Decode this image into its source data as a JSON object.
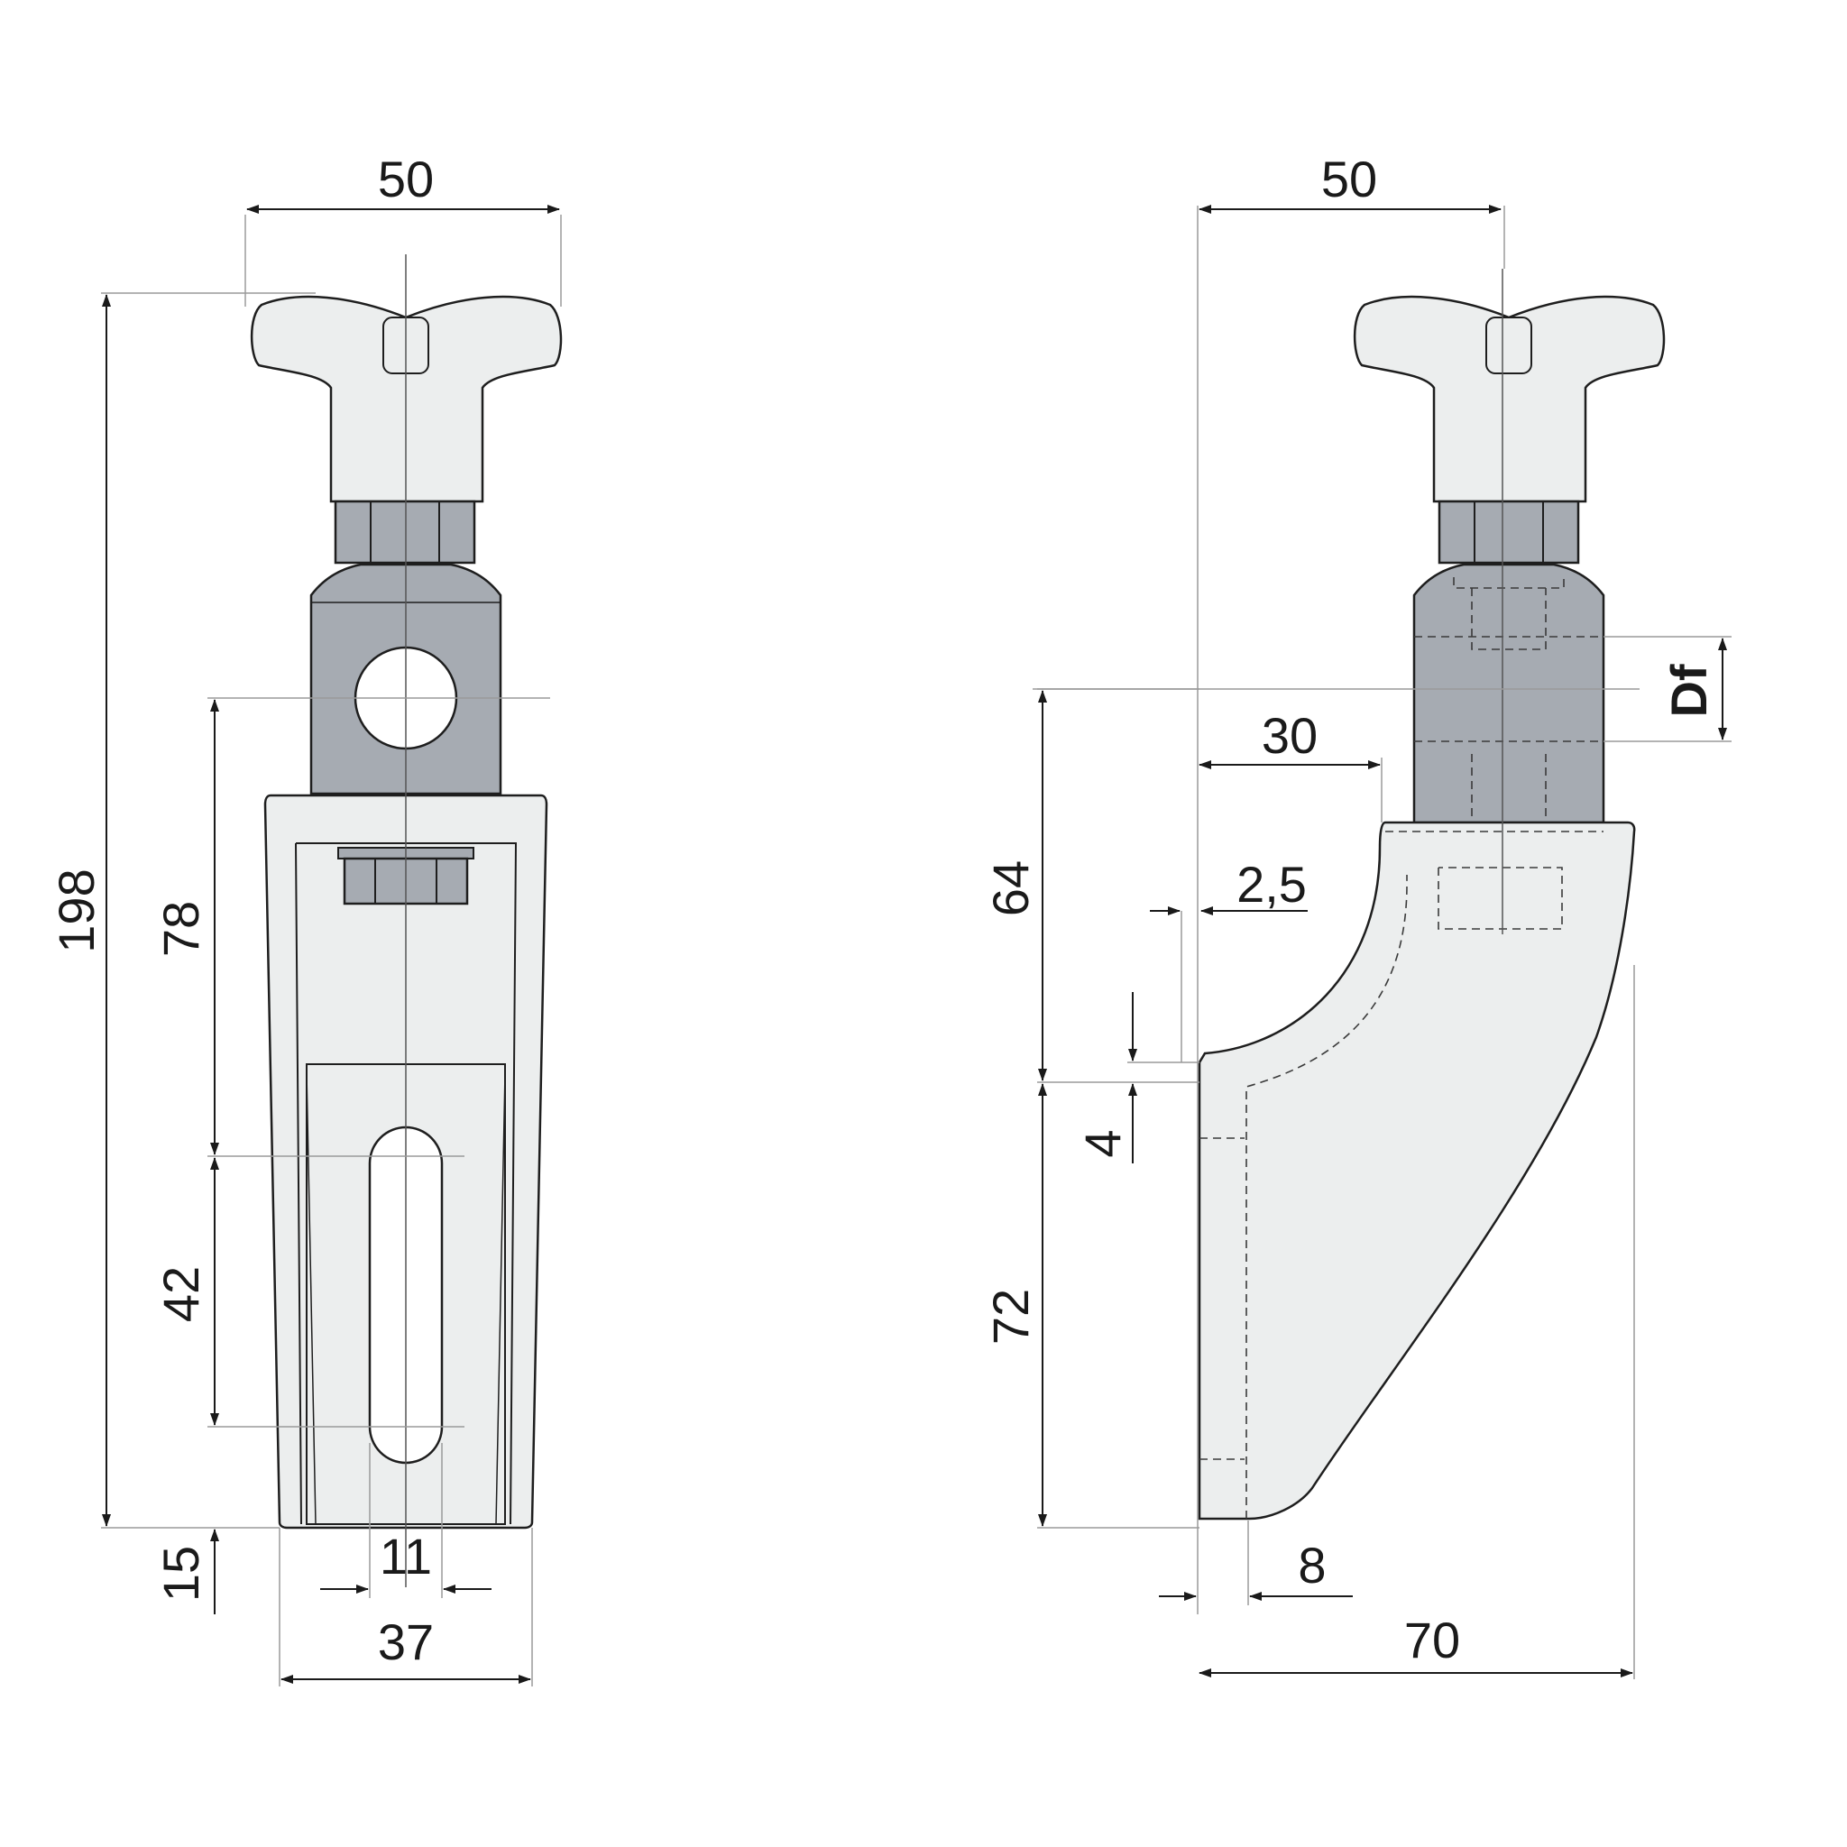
{
  "colors": {
    "body_light": "#eceeee",
    "body_grey": "#a6abb2",
    "line": "#1e1e1e"
  },
  "front_view": {
    "width_top": "50",
    "height_total": "198",
    "height_upper": "78",
    "slot_length": "42",
    "bottom_offset": "15",
    "slot_width": "11",
    "base_width": "37"
  },
  "side_view": {
    "width_top": "50",
    "thread_label": "Df",
    "arm_reach": "30",
    "lip": "2,5",
    "upper_height": "64",
    "step": "4",
    "lower_height": "72",
    "wall": "8",
    "total_depth": "70"
  }
}
